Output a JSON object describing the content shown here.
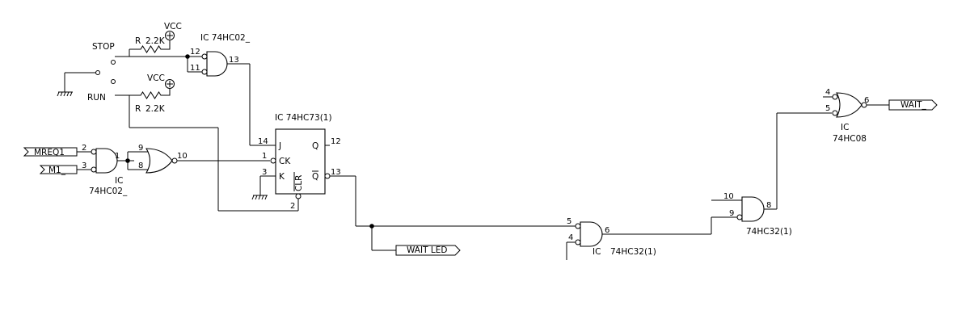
{
  "components": {
    "switch": {
      "stop_label": "STOP",
      "run_label": "RUN"
    },
    "r_top": {
      "ref": "R",
      "value": "2.2K",
      "supply": "VCC"
    },
    "r_bottom": {
      "ref": "R",
      "value": "2.2K",
      "supply": "VCC"
    },
    "u_nand_top": {
      "title": "IC 74HC02_",
      "pin_in_a": "12",
      "pin_in_b": "11",
      "pin_out": "13"
    },
    "u_nor_in": {
      "ref": "IC",
      "part": "74HC02_",
      "pin_in_a": "2",
      "pin_in_b": "3",
      "pin_out": "1"
    },
    "u_or_mid": {
      "pin_in_a": "9",
      "pin_in_b": "8",
      "pin_out": "10"
    },
    "u_ff": {
      "title": "IC  74HC73(1)",
      "j": "J",
      "ck": "CK",
      "k": "K",
      "q": "Q",
      "qbar": "Q",
      "clr": "CLR",
      "pin_j": "14",
      "pin_ck": "1",
      "pin_k": "3",
      "pin_q": "12",
      "pin_qbar": "13",
      "pin_clr": "2"
    },
    "u_or_low": {
      "ref": "IC",
      "part": "74HC32(1)",
      "pin_in_a": "5",
      "pin_in_b": "4",
      "pin_out": "6"
    },
    "u_or_right": {
      "part": "74HC32(1)",
      "pin_in_a": "10",
      "pin_in_b": "9",
      "pin_out": "8"
    },
    "u_and_out": {
      "ref": "IC",
      "part": "74HC08",
      "pin_in_a": "4",
      "pin_in_b": "5",
      "pin_out": "6"
    }
  },
  "nets": {
    "mreq": "MREQ1",
    "m1": "M1_",
    "wait_led": "WAIT LED",
    "wait": "WAIT_"
  }
}
